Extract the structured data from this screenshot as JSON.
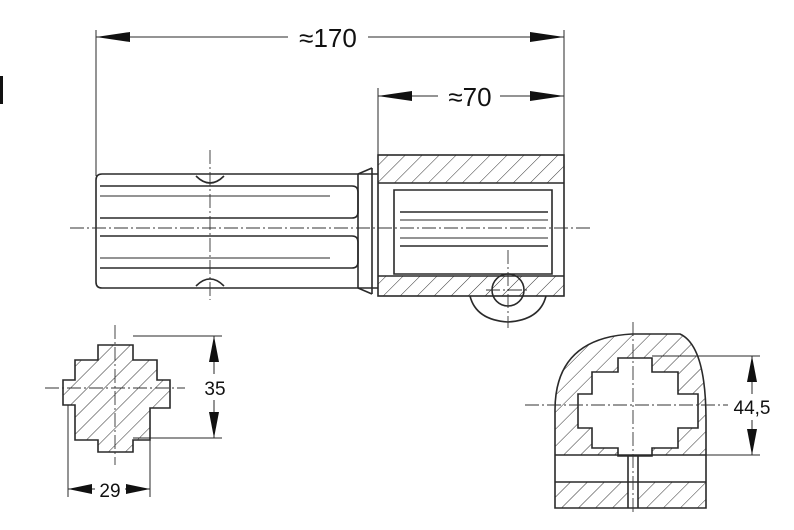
{
  "dimensions": {
    "overall_length": "≈170",
    "sleeve_length": "≈70",
    "shaft_diameter": "35",
    "shaft_root_width": "29",
    "sleeve_height": "44,5"
  }
}
